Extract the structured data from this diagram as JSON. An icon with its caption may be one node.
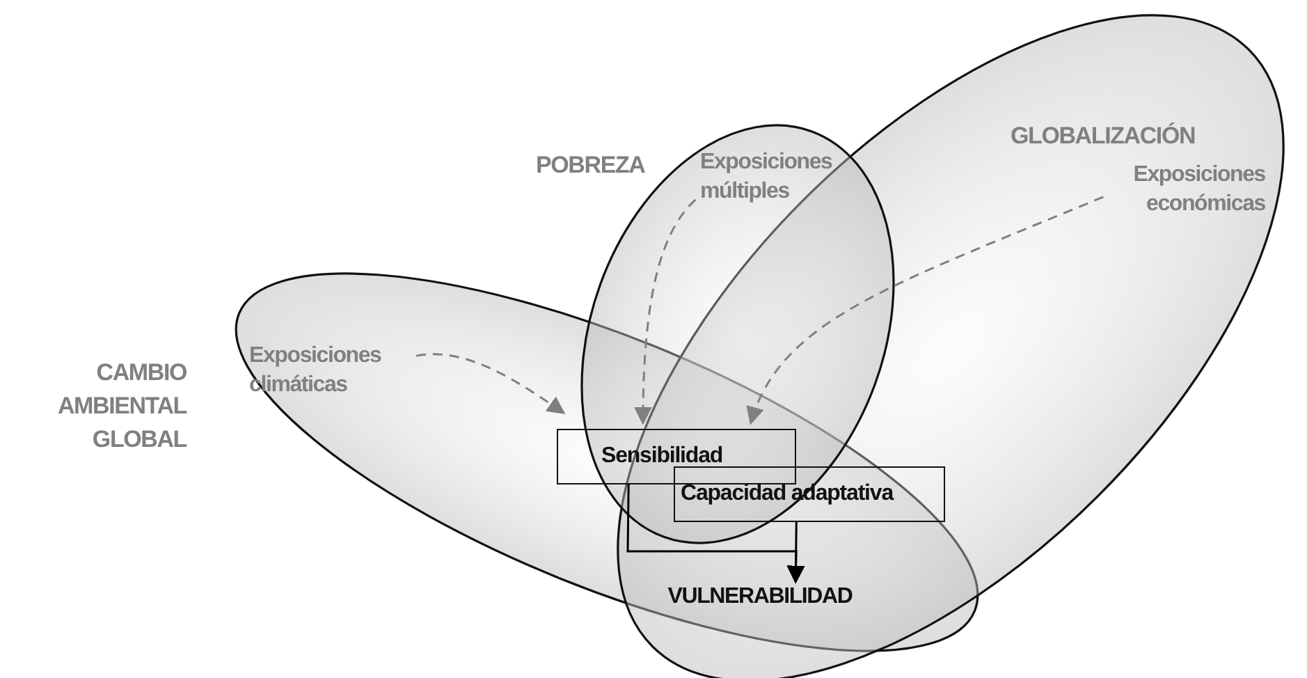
{
  "diagram": {
    "nodes": [
      {
        "text": [
          "Exposiciones múltiples"
        ]
      },
      {
        "text": [
          "Exposiciones económicas"
        ]
      },
      {
        "text": [
          "Exposiciones climáticas"
        ]
      },
      {
        "text": [
          "Sensibilidad"
        ]
      },
      {
        "text": [
          "Capacidad adaptativa"
        ]
      },
      {
        "text": [
          "VULNERABILIDAD"
        ]
      }
    ],
    "edges": [
      {
        "from": 2,
        "to": 3,
        "arrow": "to",
        "style": "dashed"
      },
      {
        "from": 0,
        "to": 3,
        "arrow": "to",
        "style": "dashed"
      },
      {
        "from": 1,
        "to": 3,
        "arrow": "to",
        "style": "dashed"
      },
      {
        "from": 3,
        "to": 5,
        "arrow": "to",
        "color": "#000000"
      },
      {
        "from": 4,
        "to": 5,
        "arrow": "to",
        "color": "#000000"
      }
    ],
    "labels": [
      "GLOBALIZACIÓN",
      "POBREZA",
      "CAMBIO AMBIENTAL GLOBAL"
    ]
  }
}
